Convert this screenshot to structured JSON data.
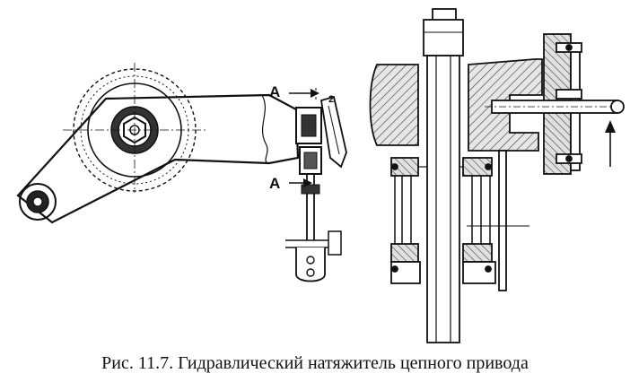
{
  "figure": {
    "label_a_top": "A",
    "label_a_bottom": "A",
    "small_number": "2"
  },
  "caption": "Рис. 11.7. Гидравлический натяжитель цепного привода"
}
